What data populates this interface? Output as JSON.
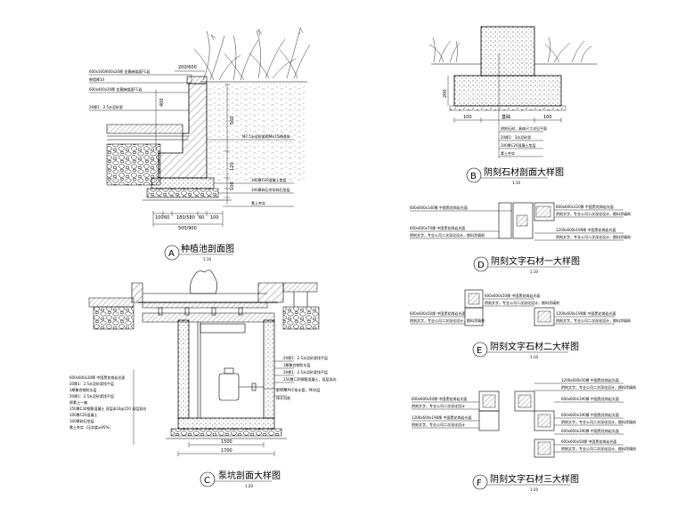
{
  "detail_a": {
    "notes": [
      "600x300/600x20厚 金黄麻烧面FC岩",
      "侧墙厚10",
      "600x400x20厚 金黄麻烧面FC岩",
      "20厚1：2.5水泥砂浆"
    ],
    "notes_right": [
      "M7.5水泥砂浆砌MU15砖砌体",
      "100厚C20混凝土垫层",
      "100厚碎石夯实碎石垫层",
      "素土夯实"
    ],
    "dims_top": [
      "200/600"
    ],
    "dims_vertical": [
      "400",
      "560",
      "120",
      "100"
    ],
    "dims_bottom": [
      "100",
      "60",
      "180/580",
      "60",
      "100"
    ],
    "dim_total": "500/900",
    "label": "A",
    "title": "种植池剖面图",
    "scale": "1:10"
  },
  "detail_b": {
    "dims": [
      "200",
      "100",
      "100"
    ],
    "center_label": "基础",
    "notes": [
      "阴刻石材，具体尺寸详见平面",
      "20厚1：3水泥砂浆",
      "200厚C20混凝土垫层",
      "素土夯实"
    ],
    "label": "B",
    "title": "阴刻石材剖面大样图",
    "scale": "1:10"
  },
  "detail_c": {
    "notes_right": [
      "20厚1：2.5水泥砂浆找平层",
      "3厚聚合物防水层",
      "20厚1：2.5水泥砂浆找平层",
      "150厚C30钢筋混凝土，双层双向",
      "ф50厚PVC排水管，PE衬层",
      "排水沟底"
    ],
    "notes_left": [
      "600x600x30厚 中国黑花岗岩光面",
      "20厚1：2.5水泥砂浆找平层",
      "3厚聚合物防水层",
      "20厚1：2.5水泥砂浆找平层",
      "原素土一遍",
      "150厚C30钢筋混凝土 双层ф10@150 双层双向",
      "100厚C20混凝土",
      "100厚碎石垫层",
      "素土夯实（压实度≥95%）"
    ],
    "dim_inner": "1500",
    "dim_outer": "1700",
    "label": "C",
    "title": "泵坑剖面大样图",
    "scale": "1:20"
  },
  "detail_d": {
    "notes_left": [
      "600x600x140厚 中国黑花岗岩光面",
      "600x600x70厚 中国黑花岗岩光面",
      "阴刻文字，专业公司二次深化设计，颜料涂填刻"
    ],
    "notes_right": [
      "600x600x120厚 中国黑花岗岩光面",
      "阴刻文字，专业公司二次深化设计，颜料涂填刻",
      "1200x600x190厚 中国黑花岗岩光面",
      "阴刻文字，专业公司二次深化设计，颜料涂填刻"
    ],
    "label": "D",
    "title": "阴刻文字石材一大样图",
    "scale": "1:10"
  },
  "detail_e": {
    "notes_left": [
      "600x600x50厚 中国黑花岗岩光面",
      "阴刻文字，专业公司二次深化设计，颜料涂填刻"
    ],
    "notes_right": [
      "600x600x50厚 中国黑花岗岩光面",
      "阴刻文字，专业公司二次深化设计，颜料涂填刻",
      "1200x600x190厚 中国黑花岗岩光面",
      "阴刻文字，专业公司二次深化设计，颜料涂填刻"
    ],
    "label": "E",
    "title": "阴刻文字石材二大样图",
    "scale": "1:10"
  },
  "detail_f": {
    "notes_left": [
      "600x600x50厚 中国黑花岗岩光面",
      "阴刻文字，专业公司二次深化设计",
      "1200x600x190厚 中国黑花岗岩光面",
      "阴刻文字，专业公司二次深化设计"
    ],
    "notes_right": [
      "1200x600x50厚 中国黑花岗岩光面",
      "阴刻文字，专业公司二次深化设计，颜料涂填刻",
      "600x600x190厚 中国黑花岗岩光面",
      "600x600x190厚 中国黑花岗岩光面",
      "阴刻文字，专业公司二次深化设计，颜料涂填刻",
      "600x600x190厚 中国黑花岗岩光面",
      "600x600x50厚 中国黑花岗岩光面",
      "阴刻文字，专业公司二次深化设计，颜料涂填刻"
    ],
    "label": "F",
    "title": "阴刻文字石材三大样图",
    "scale": "1:20"
  }
}
